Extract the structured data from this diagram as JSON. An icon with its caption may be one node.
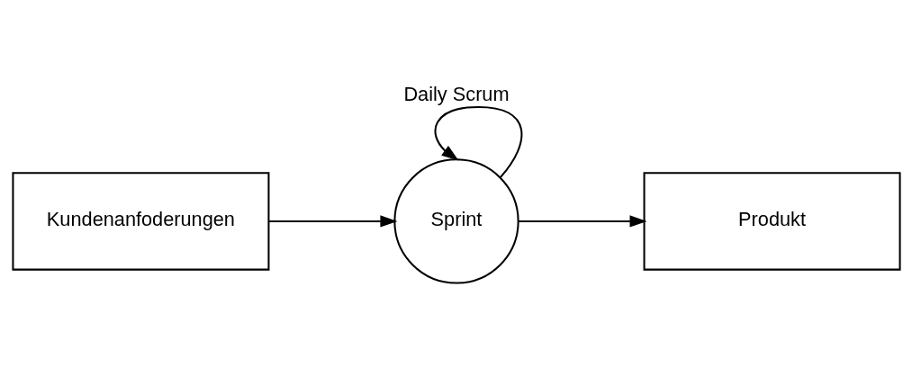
{
  "diagram": {
    "nodes": [
      {
        "text": [
          "Kundenanfoderungen"
        ]
      },
      {
        "text": [
          "Sprint"
        ]
      },
      {
        "text": [
          "Produkt"
        ]
      }
    ],
    "edges": [
      {
        "from": 0,
        "to": 1,
        "arrow": "to"
      },
      {
        "from": 1,
        "to": 2,
        "arrow": "to"
      },
      {
        "from": 1,
        "to": 1,
        "arrow": "to",
        "label": "Daily Scrum"
      }
    ]
  }
}
